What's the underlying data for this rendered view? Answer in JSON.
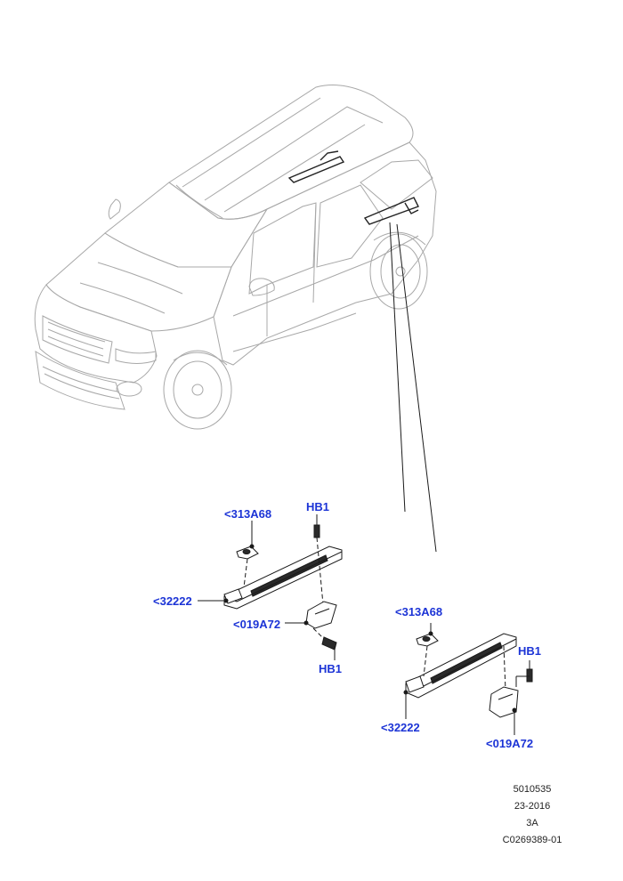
{
  "callouts": {
    "lower_left": {
      "part_313a68": "<313A68",
      "part_hb1_top": "HB1",
      "part_32222": "<32222",
      "part_019a72": "<019A72",
      "part_hb1_bottom": "HB1"
    },
    "lower_right": {
      "part_313a68": "<313A68",
      "part_hb1": "HB1",
      "part_32222": "<32222",
      "part_019a72": "<019A72"
    }
  },
  "reference_block": {
    "line1": "5010535",
    "line2": "23-2016",
    "line3": "3A",
    "line4": "C0269389-01"
  },
  "colors": {
    "callout_text": "#1c34d6",
    "vehicle_outline": "#a8a8a8",
    "part_outline": "#1a1a1a"
  }
}
